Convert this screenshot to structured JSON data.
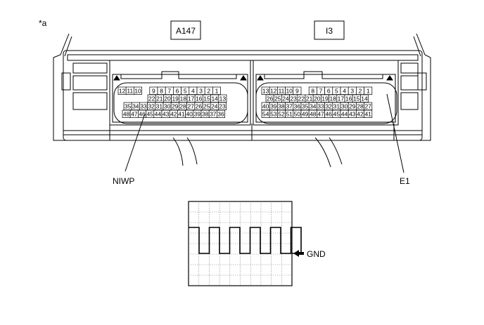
{
  "figure_marker": "*a",
  "connectors": [
    {
      "id": "A147",
      "rows": [
        [
          "12",
          "11",
          "10",
          "",
          "9",
          "8",
          "7",
          "6",
          "5",
          "4",
          "3",
          "2",
          "1"
        ],
        [
          "22",
          "21",
          "20",
          "19",
          "18",
          "17",
          "16",
          "15",
          "14",
          "13"
        ],
        [
          "35",
          "34",
          "33",
          "32",
          "31",
          "30",
          "29",
          "28",
          "27",
          "26",
          "25",
          "24",
          "23"
        ],
        [
          "48",
          "47",
          "46",
          "45",
          "44",
          "43",
          "42",
          "41",
          "40",
          "39",
          "38",
          "37",
          "36"
        ]
      ]
    },
    {
      "id": "I3",
      "rows": [
        [
          "13",
          "12",
          "11",
          "10",
          "9",
          "",
          "8",
          "7",
          "6",
          "5",
          "4",
          "3",
          "2",
          "1"
        ],
        [
          "26",
          "25",
          "24",
          "23",
          "22",
          "21",
          "20",
          "19",
          "18",
          "17",
          "16",
          "15",
          "14"
        ],
        [
          "40",
          "39",
          "38",
          "37",
          "36",
          "35",
          "34",
          "33",
          "32",
          "31",
          "30",
          "29",
          "28",
          "27"
        ],
        [
          "54",
          "53",
          "52",
          "51",
          "50",
          "49",
          "48",
          "47",
          "46",
          "45",
          "44",
          "43",
          "42",
          "41"
        ]
      ]
    }
  ],
  "callouts": {
    "left": "NIWP",
    "right": "E1"
  },
  "waveform": {
    "ground_label": "GND",
    "cycles": 5
  }
}
